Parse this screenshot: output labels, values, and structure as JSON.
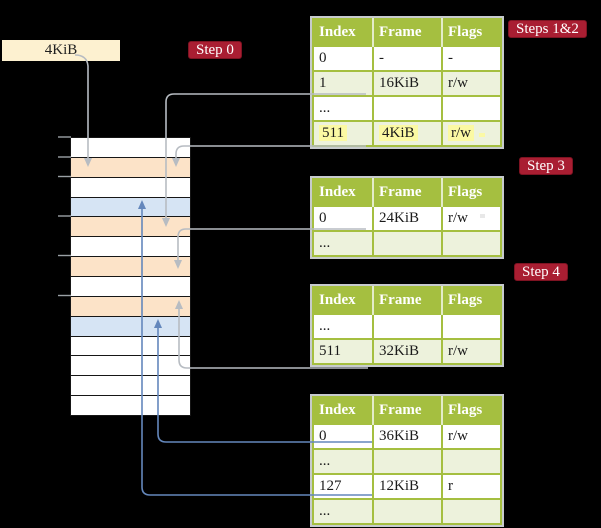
{
  "pointer_box": {
    "label": "4KiB"
  },
  "badges": {
    "step0": "Step 0",
    "steps12": "Steps 1&2",
    "step3": "Step 3",
    "step4": "Step 4"
  },
  "page_tables": [
    {
      "id": "table-steps-1-2",
      "columns": [
        "Index",
        "Frame",
        "Flags"
      ],
      "rows": [
        {
          "index": "0",
          "frame": "-",
          "flags": "-"
        },
        {
          "index": "1",
          "frame": "16KiB",
          "flags": "r/w"
        },
        {
          "index": "...",
          "frame": "",
          "flags": ""
        },
        {
          "index": "511",
          "frame": "4KiB",
          "flags": "r/w",
          "highlighted": true
        }
      ]
    },
    {
      "id": "table-step-3",
      "columns": [
        "Index",
        "Frame",
        "Flags"
      ],
      "rows": [
        {
          "index": "0",
          "frame": "24KiB",
          "flags": "r/w"
        },
        {
          "index": "...",
          "frame": "",
          "flags": ""
        }
      ]
    },
    {
      "id": "table-step-4",
      "columns": [
        "Index",
        "Frame",
        "Flags"
      ],
      "rows": [
        {
          "index": "...",
          "frame": "",
          "flags": ""
        },
        {
          "index": "511",
          "frame": "32KiB",
          "flags": "r/w"
        }
      ]
    },
    {
      "id": "table-final",
      "columns": [
        "Index",
        "Frame",
        "Flags"
      ],
      "rows": [
        {
          "index": "0",
          "frame": "36KiB",
          "flags": "r/w"
        },
        {
          "index": "...",
          "frame": "",
          "flags": ""
        },
        {
          "index": "127",
          "frame": "12KiB",
          "flags": "r"
        },
        {
          "index": "...",
          "frame": "",
          "flags": ""
        }
      ]
    }
  ],
  "memory_column": {
    "frames": [
      {
        "kind": "empty"
      },
      {
        "kind": "page-table-frame"
      },
      {
        "kind": "empty"
      },
      {
        "kind": "mapped-frame"
      },
      {
        "kind": "page-table-frame"
      },
      {
        "kind": "empty"
      },
      {
        "kind": "page-table-frame"
      },
      {
        "kind": "empty"
      },
      {
        "kind": "page-table-frame"
      },
      {
        "kind": "mapped-frame"
      },
      {
        "kind": "empty"
      },
      {
        "kind": "empty"
      },
      {
        "kind": "empty"
      },
      {
        "kind": "empty"
      }
    ]
  },
  "connectors": [
    {
      "from": "pointer-box-4KiB",
      "to": "frame-4KiB",
      "color": "gray"
    },
    {
      "from": "table1-entry-1-16KiB",
      "to": "frame-16KiB",
      "color": "gray"
    },
    {
      "from": "table1-entry-511-4KiB",
      "to": "frame-4KiB",
      "color": "gray"
    },
    {
      "from": "table2-entry-0-24KiB",
      "to": "frame-24KiB",
      "color": "gray"
    },
    {
      "from": "table3-entry-511-32KiB",
      "to": "frame-32KiB",
      "color": "gray"
    },
    {
      "from": "table4-entry-0-36KiB",
      "to": "frame-36KiB",
      "color": "blue"
    },
    {
      "from": "table4-entry-127-12KiB",
      "to": "frame-12KiB",
      "color": "blue"
    }
  ],
  "colors": {
    "background": "#000000",
    "badge_red": "#a91e32",
    "table_olive": "#a5bf40",
    "row_light_green": "#edf2dc",
    "highlight_yellow": "#fbf9a3",
    "frame_peach": "#fce3c8",
    "frame_blue": "#d6e4f4",
    "pointer_cream": "#fdf1d0",
    "arrow_gray": "#b7bcc2",
    "arrow_blue": "#6487bc"
  }
}
